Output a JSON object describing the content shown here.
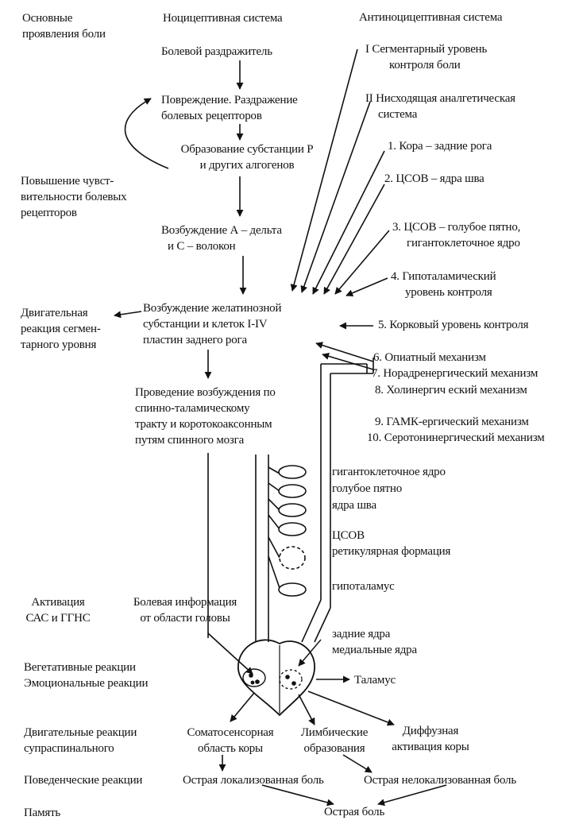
{
  "headers": {
    "col1": [
      "Основные",
      "проявления боли"
    ],
    "col2": "Ноцицептивная система",
    "col3": "Антиноцицептивная система"
  },
  "nociceptive": {
    "stimulus": "Болевой раздражитель",
    "damage": [
      "Повреждение. Раздражение",
      "болевых рецепторов"
    ],
    "substance": [
      "Образование субстанции Р",
      "и других алгогенов"
    ],
    "fibers": [
      "Возбуждение А – дельта",
      "и С – волокон"
    ],
    "gelatinous": [
      "Возбуждение      желатинозной",
      "субстанции и клеток I-IV",
      "пластин заднего рога"
    ],
    "conduction": [
      "Проведение возбуждения по",
      "спинно-таламическому",
      "тракту и коротокоаксонным",
      "путям спинного мозга"
    ],
    "head_info": [
      "Болевая информация",
      "от области головы"
    ]
  },
  "manifestations": {
    "sensitivity": [
      "Повышение чувст-",
      "вительности болевых",
      "рецепторов"
    ],
    "motor_segment": [
      "Двигательная",
      "реакция  сегмен-",
      "тарного уровня"
    ],
    "sas": [
      "Активация",
      "САС и ГГНС"
    ],
    "vegetative": "Вегетативные реакции",
    "emotional": "Эмоциональные реакции",
    "motor_supra": [
      "Двигательные реакции",
      "супраспинального"
    ],
    "behavior": "Поведенческие реакции",
    "memory": "Память"
  },
  "antinociceptive": {
    "items": [
      [
        "I Сегментарный уровень",
        "контроля боли"
      ],
      [
        "II Нисходящая аналгетическая",
        "система"
      ],
      [
        "1. Кора – задние рога"
      ],
      [
        "2. ЦСОВ – ядра шва"
      ],
      [
        "3. ЦСОВ – голубое пятно,",
        "гигантоклеточное ядро"
      ],
      [
        "4. Гипоталамический",
        "уровень контроля"
      ],
      [
        "5. Корковый уровень контроля"
      ]
    ],
    "mechanisms": [
      "6. Опиатный механизм",
      "7. Норадренергический механизм",
      "8. Холинергич еский механизм",
      "9. ГАМК-ергический механизм",
      "10. Серотонинергический механизм"
    ]
  },
  "structures": {
    "nuclei": [
      "гигантоклеточное ядро",
      "голубое пятно",
      "ядра шва"
    ],
    "csov": "ЦСОВ",
    "reticular": "ретикулярная формация",
    "hypothalamus": "гипоталамус",
    "thalamus_nuclei": [
      "задние ядра",
      "медиальные ядра"
    ],
    "thalamus": "Таламус"
  },
  "outcomes": {
    "somatosensory": [
      "Соматосенсорная",
      "область коры"
    ],
    "limbic": [
      "Лимбические",
      "образования"
    ],
    "diffuse": [
      "Диффузная",
      "активация коры"
    ],
    "localized": "Острая локализованная боль",
    "nonlocalized": "Острая нелокализованная боль",
    "acute": "Острая боль"
  }
}
